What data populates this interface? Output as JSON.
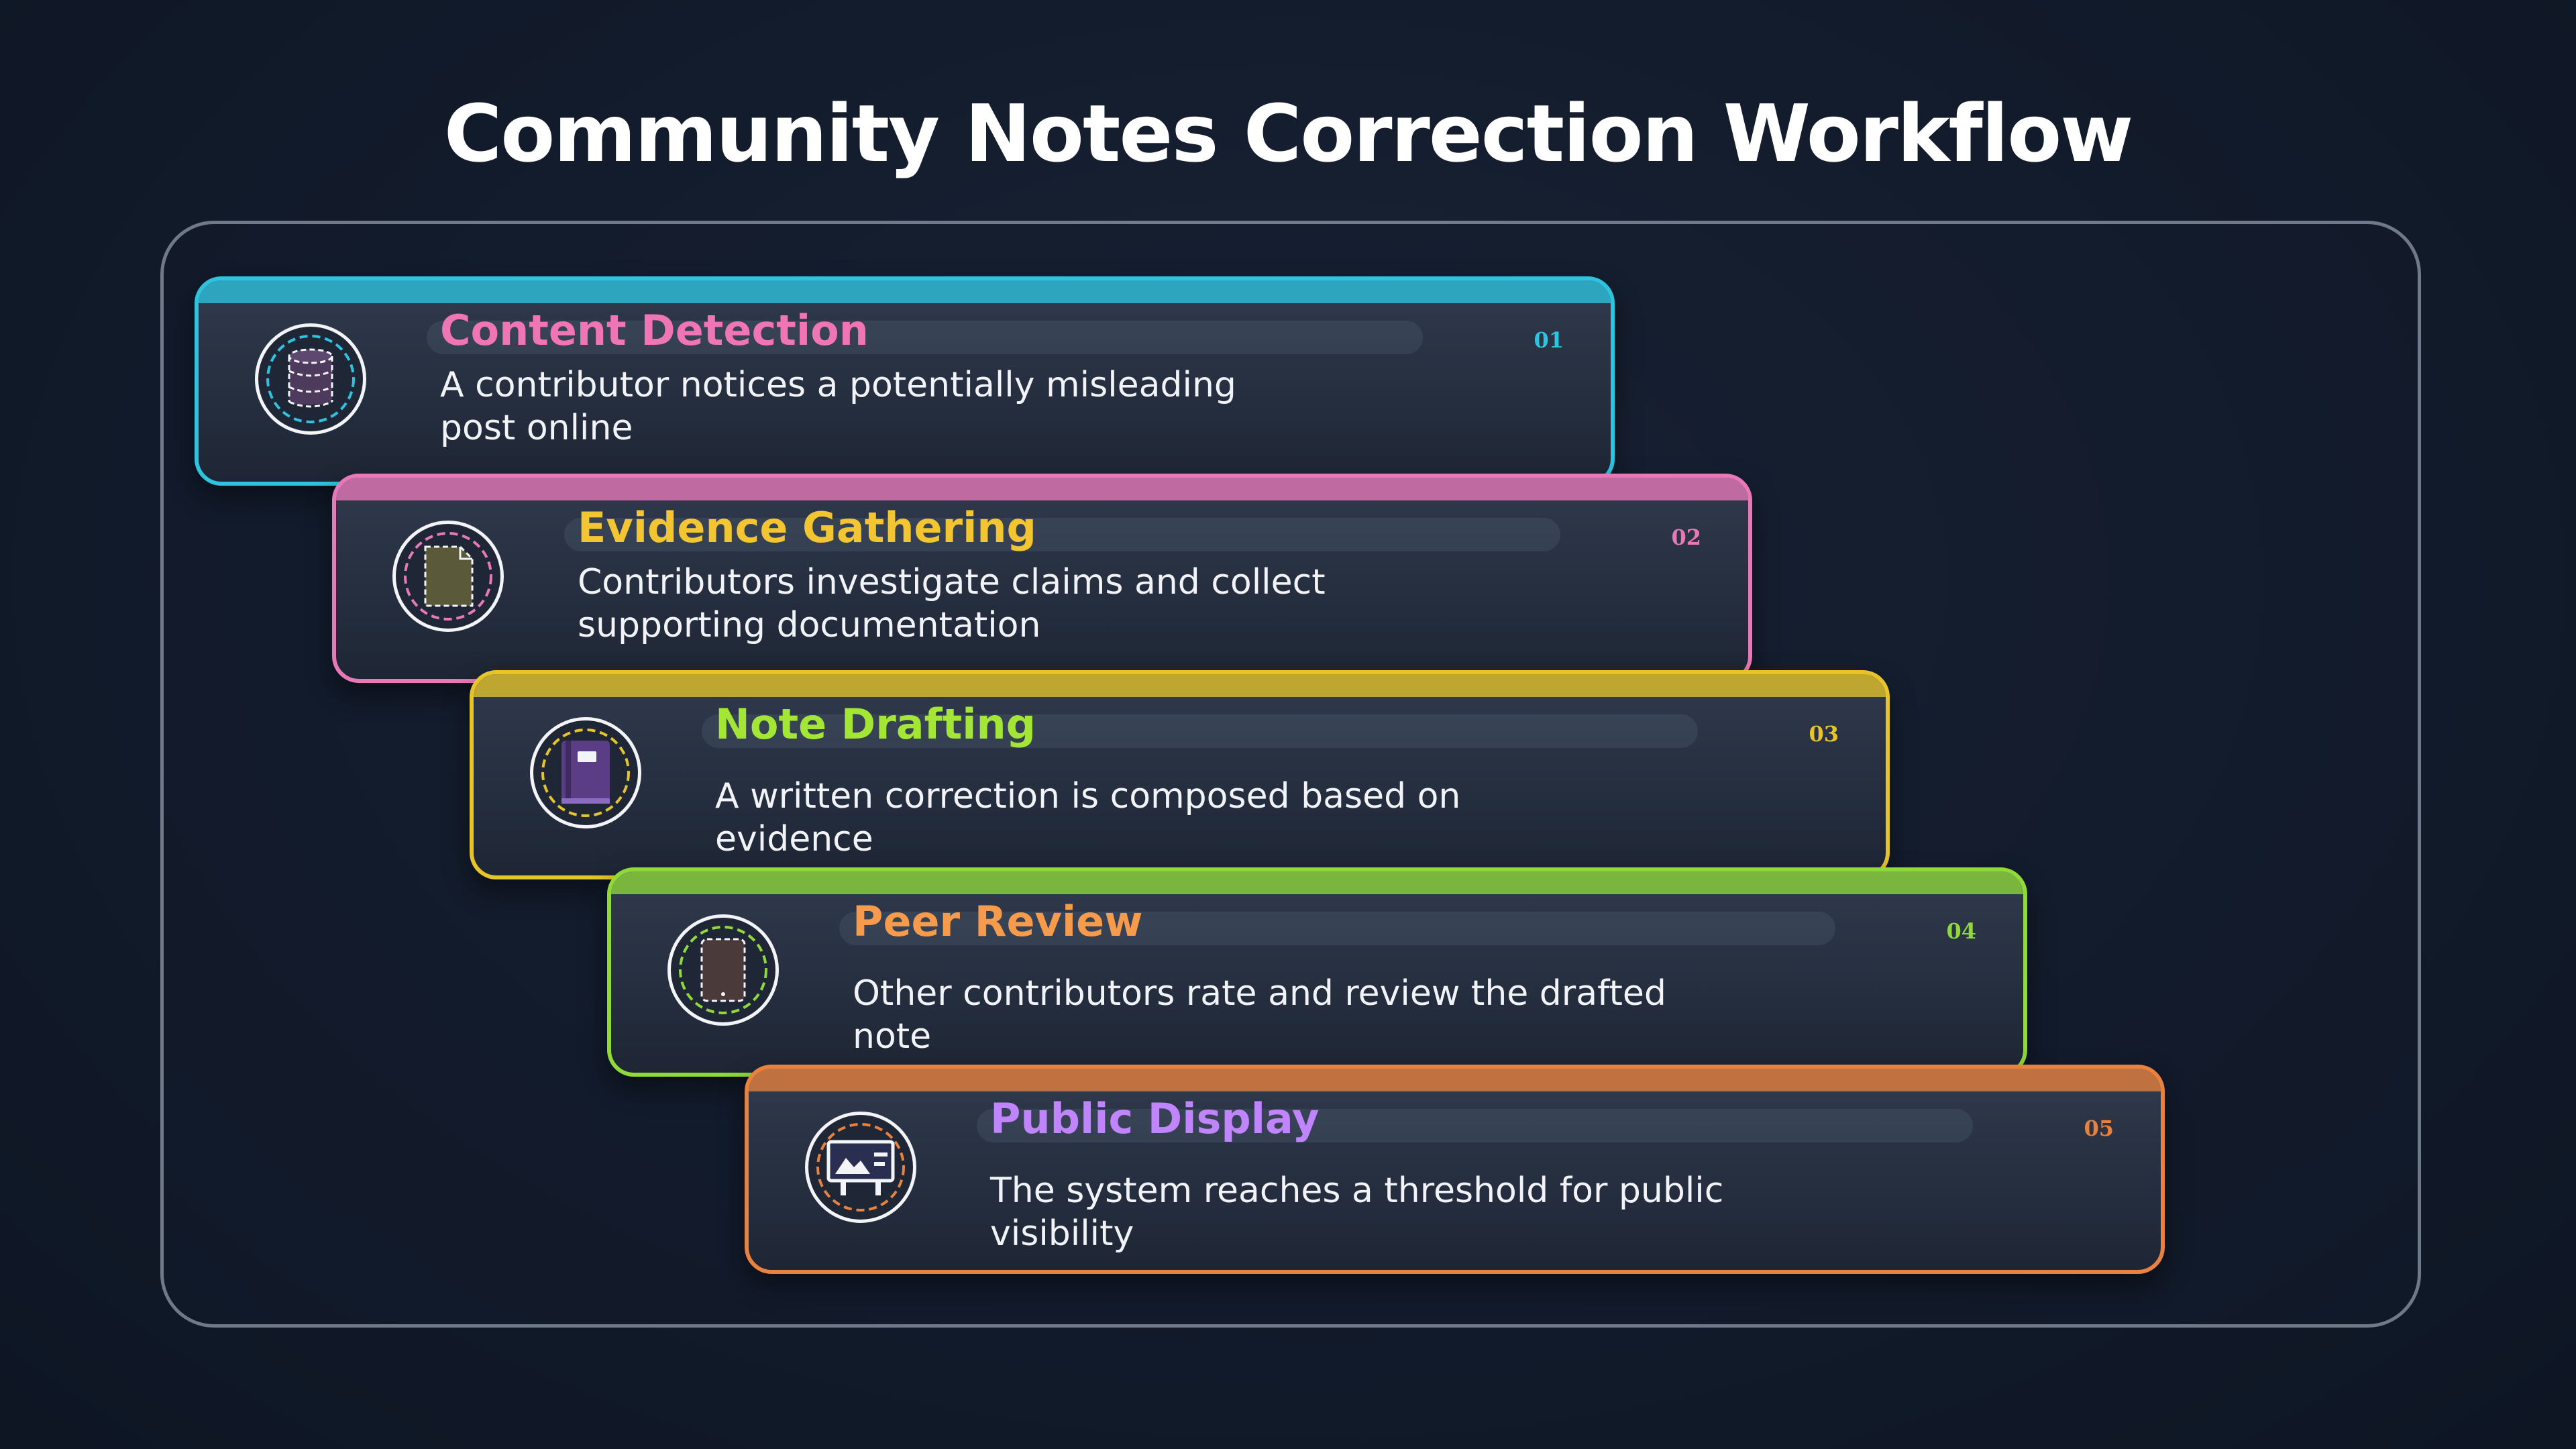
{
  "title": "Community Notes Correction Workflow",
  "colors": {
    "cyan": "#2ec4e0",
    "pink": "#e879b9",
    "yellow": "#e7c52a",
    "lime": "#8fd93a",
    "orange": "#e9823e",
    "purple": "#c084fc"
  },
  "steps": [
    {
      "number": "01",
      "title": "Content Detection",
      "description": "A contributor notices a potentially misleading post online",
      "icon": "database-icon",
      "accent": "#2ec4e0",
      "title_color": "#f075b6"
    },
    {
      "number": "02",
      "title": "Evidence Gathering",
      "description": "Contributors investigate claims and collect supporting documentation",
      "icon": "document-icon",
      "accent": "#e879b9",
      "title_color": "#f2c531"
    },
    {
      "number": "03",
      "title": "Note Drafting",
      "description": "A written correction is composed based on evidence",
      "icon": "notebook-icon",
      "accent": "#e7c52a",
      "title_color": "#a3e635"
    },
    {
      "number": "04",
      "title": "Peer Review",
      "description": "Other contributors rate and review the drafted note",
      "icon": "tablet-icon",
      "accent": "#8fd93a",
      "title_color": "#f59b4b"
    },
    {
      "number": "05",
      "title": "Public Display",
      "description": "The system reaches a threshold for public visibility",
      "icon": "billboard-icon",
      "accent": "#e9823e",
      "title_color": "#c084fc"
    }
  ]
}
